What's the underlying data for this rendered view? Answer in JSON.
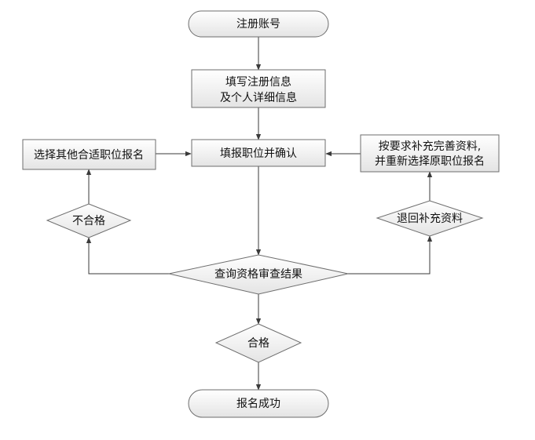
{
  "diagram": {
    "type": "flowchart",
    "nodes": {
      "start": {
        "shape": "terminal",
        "lines": [
          "注册账号"
        ]
      },
      "fill_info": {
        "shape": "process",
        "lines": [
          "填写注册信息",
          "及个人详细信息"
        ]
      },
      "fill_position": {
        "shape": "process",
        "lines": [
          "填报职位并确认"
        ]
      },
      "choose_other": {
        "shape": "process",
        "lines": [
          "选择其他合适职位报名"
        ]
      },
      "supplement_materials": {
        "shape": "process",
        "lines": [
          "按要求补充完善资料,",
          "并重新选择原职位报名"
        ]
      },
      "unqualified": {
        "shape": "decision",
        "lines": [
          "不合格"
        ]
      },
      "return_supplement": {
        "shape": "decision",
        "lines": [
          "退回补充资料"
        ]
      },
      "check_result": {
        "shape": "decision",
        "lines": [
          "查询资格审查结果"
        ]
      },
      "qualified": {
        "shape": "decision",
        "lines": [
          "合格"
        ]
      },
      "success": {
        "shape": "terminal",
        "lines": [
          "报名成功"
        ]
      }
    },
    "edges": [
      {
        "from": "start",
        "to": "fill_info"
      },
      {
        "from": "fill_info",
        "to": "fill_position"
      },
      {
        "from": "fill_position",
        "to": "check_result"
      },
      {
        "from": "check_result",
        "to": "qualified"
      },
      {
        "from": "qualified",
        "to": "success"
      },
      {
        "from": "check_result",
        "to": "unqualified"
      },
      {
        "from": "unqualified",
        "to": "choose_other"
      },
      {
        "from": "choose_other",
        "to": "fill_position"
      },
      {
        "from": "check_result",
        "to": "return_supplement"
      },
      {
        "from": "return_supplement",
        "to": "supplement_materials"
      },
      {
        "from": "supplement_materials",
        "to": "fill_position"
      }
    ]
  },
  "colors": {
    "node_fill_top": "#ffffff",
    "node_fill_bottom": "#e4e4e4",
    "node_stroke": "#6e6e6e",
    "edge": "#3a3a3a",
    "text": "#111111"
  }
}
